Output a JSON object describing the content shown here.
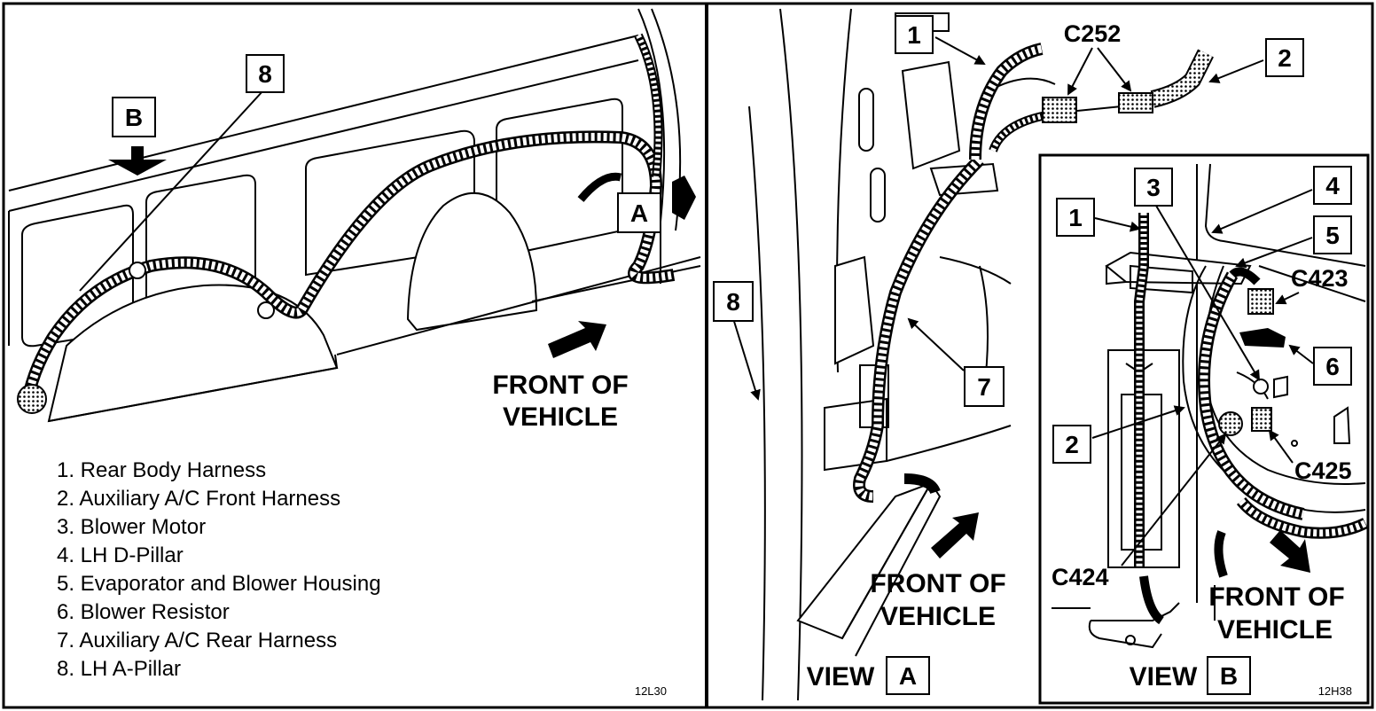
{
  "left_panel": {
    "callouts": {
      "eight": "8",
      "b": "B",
      "a": "A"
    },
    "front_label": {
      "line1": "FRONT OF",
      "line2": "VEHICLE"
    },
    "legend": [
      "1.  Rear Body Harness",
      "2.  Auxiliary A/C Front Harness",
      "3.  Blower Motor",
      "4.  LH D-Pillar",
      "5.  Evaporator and Blower Housing",
      "6.  Blower Resistor",
      "7.  Auxiliary A/C Rear Harness",
      "8.  LH A-Pillar"
    ],
    "figure_code": "12L30"
  },
  "view_a": {
    "callouts": {
      "one": "1",
      "two": "2",
      "seven": "7",
      "eight": "8"
    },
    "connector": "C252",
    "front_label": {
      "line1": "FRONT OF",
      "line2": "VEHICLE"
    },
    "view_word": "VIEW",
    "view_letter": "A"
  },
  "view_b": {
    "callouts": {
      "one": "1",
      "two": "2",
      "three": "3",
      "four": "4",
      "five": "5",
      "six": "6"
    },
    "connectors": {
      "c423": "C423",
      "c424": "C424",
      "c425": "C425"
    },
    "front_label": {
      "line1": "FRONT OF",
      "line2": "VEHICLE"
    },
    "view_word": "VIEW",
    "view_letter": "B",
    "figure_code": "12H38"
  }
}
